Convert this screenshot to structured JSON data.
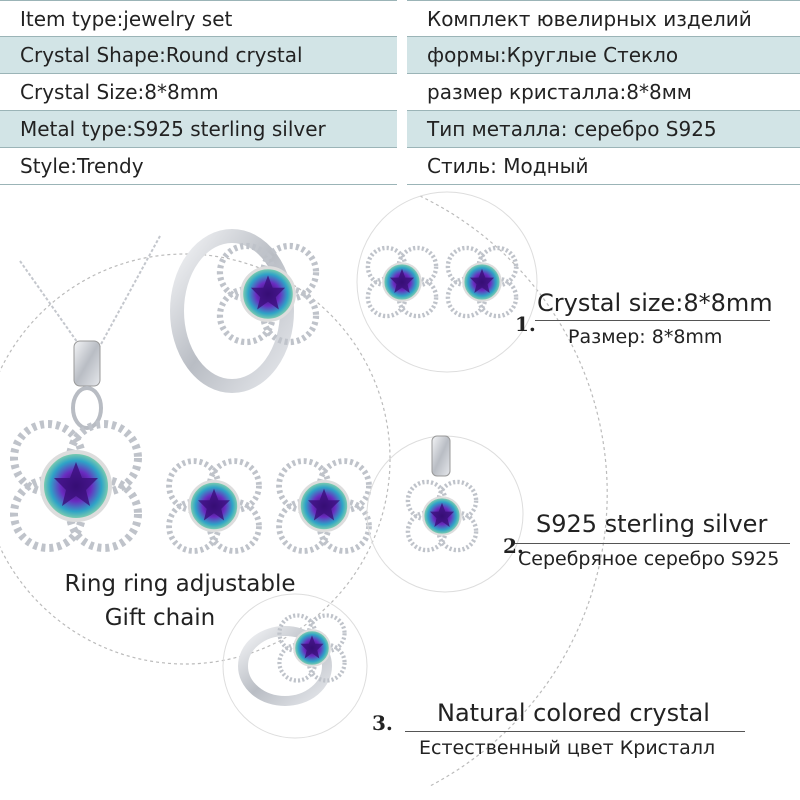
{
  "specs": {
    "rows": [
      {
        "en": "Item type:jewelry set",
        "ru": "Комплект ювелирных изделий"
      },
      {
        "en": "Crystal Shape:Round crystal",
        "ru": "формы:Круглые Стекло"
      },
      {
        "en": "Crystal Size:8*8mm",
        "ru": "размер кристалла:8*8мм"
      },
      {
        "en": "Metal type:S925 sterling silver",
        "ru": "Тип металла: серебро S925"
      },
      {
        "en": "Style:Trendy",
        "ru": "Стиль: Модный"
      }
    ]
  },
  "set_labels": {
    "line1": "Ring ring adjustable",
    "line2": "Gift chain"
  },
  "features": [
    {
      "number": "1.",
      "en": "Crystal size:8*8mm",
      "ru": "Размер: 8*8mm"
    },
    {
      "number": "2.",
      "en": "S925 sterling silver",
      "ru": "Серебряное серебро S925"
    },
    {
      "number": "3.",
      "en": "Natural colored crystal",
      "ru": "Естественный цвет Кристалл"
    }
  ],
  "colors": {
    "row_shade": "#d2e4e6",
    "silver": "#c9ccd2",
    "gem_purple": "#5a1f9a",
    "gem_blue": "#2ea3c7"
  }
}
